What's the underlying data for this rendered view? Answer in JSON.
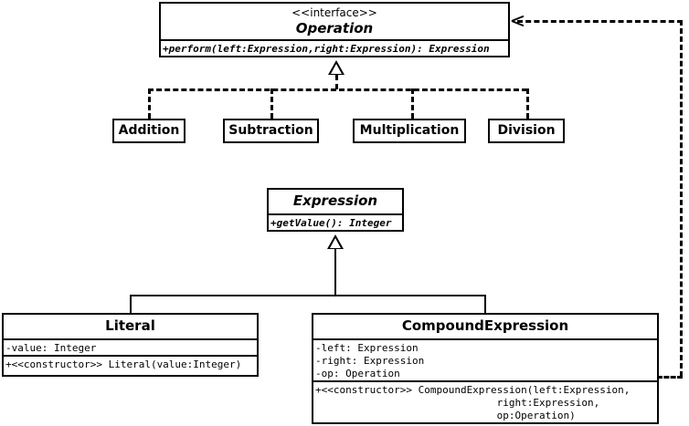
{
  "diagram": {
    "title": "Expression / Operation UML class diagram",
    "line_color": "#000000",
    "box_fill": "#ffffff"
  },
  "classes": {
    "operation": {
      "stereotype": "<<interface>>",
      "name": "Operation",
      "methods": [
        "+perform(left:Expression,right:Expression): Expression"
      ]
    },
    "addition": {
      "name": "Addition"
    },
    "subtraction": {
      "name": "Subtraction"
    },
    "multiplication": {
      "name": "Multiplication"
    },
    "division": {
      "name": "Division"
    },
    "expression": {
      "name": "Expression",
      "methods": [
        "+getValue(): Integer"
      ]
    },
    "literal": {
      "name": "Literal",
      "attributes": [
        "-value: Integer"
      ],
      "methods": [
        "+<<constructor>> Literal(value:Integer)"
      ]
    },
    "compound_expression": {
      "name": "CompoundExpression",
      "attributes": [
        "-left: Expression",
        "-right: Expression",
        "-op: Operation"
      ],
      "methods": [
        "+<<constructor>> CompoundExpression(left:Expression,\n                              right:Expression,\n                              op:Operation)"
      ]
    }
  },
  "relationships": [
    {
      "name": "addition-realizes-operation",
      "kind": "realization",
      "from": "Addition",
      "to": "Operation"
    },
    {
      "name": "subtraction-realizes-operation",
      "kind": "realization",
      "from": "Subtraction",
      "to": "Operation"
    },
    {
      "name": "multiplication-realizes-operation",
      "kind": "realization",
      "from": "Multiplication",
      "to": "Operation"
    },
    {
      "name": "division-realizes-operation",
      "kind": "realization",
      "from": "Division",
      "to": "Operation"
    },
    {
      "name": "literal-extends-expression",
      "kind": "generalization",
      "from": "Literal",
      "to": "Expression"
    },
    {
      "name": "compoundexpression-extends-expression",
      "kind": "generalization",
      "from": "CompoundExpression",
      "to": "Expression"
    },
    {
      "name": "compoundexpression-depends-operation",
      "kind": "dependency",
      "from": "CompoundExpression",
      "to": "Operation"
    }
  ]
}
